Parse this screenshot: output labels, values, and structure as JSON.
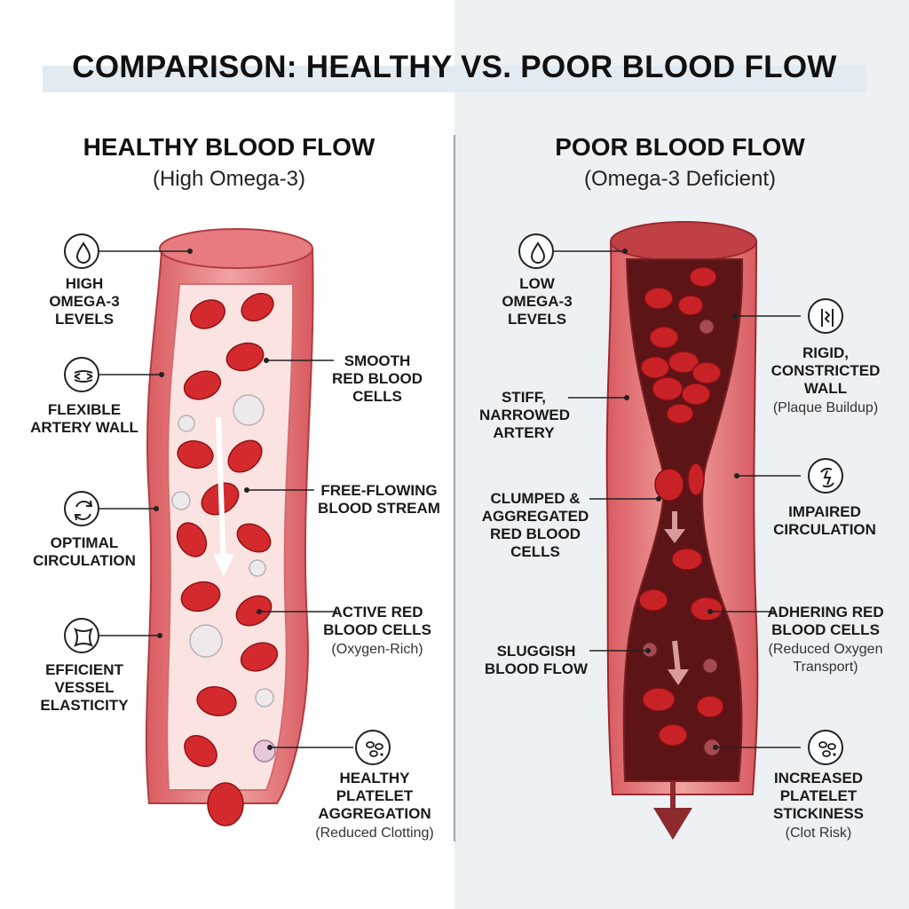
{
  "title": "COMPARISON: HEALTHY VS. POOR BLOOD FLOW",
  "healthy": {
    "heading": "HEALTHY BLOOD FLOW",
    "subheading": "(High Omega-3)",
    "labels": {
      "omega": "HIGH OMEGA-3 LEVELS",
      "flexible_wall": "FLEXIBLE ARTERY WALL",
      "circulation": "OPTIMAL CIRCULATION",
      "elasticity": "EFFICIENT VESSEL ELASTICITY",
      "smooth_cells": "SMOOTH RED BLOOD CELLS",
      "free_flowing": "FREE-FLOWING BLOOD STREAM",
      "active_cells": "ACTIVE RED BLOOD CELLS",
      "active_cells_note": "(Oxygen-Rich)",
      "platelet": "HEALTHY PLATELET AGGREGATION",
      "platelet_note": "(Reduced Clotting)"
    }
  },
  "poor": {
    "heading": "POOR BLOOD FLOW",
    "subheading": "(Omega-3 Deficient)",
    "labels": {
      "omega": "LOW OMEGA-3 LEVELS",
      "stiff": "STIFF, NARROWED ARTERY",
      "clumped": "CLUMPED & AGGREGATED RED BLOOD CELLS",
      "sluggish": "SLUGGISH BLOOD FLOW",
      "rigid": "RIGID, CONSTRICTED WALL",
      "rigid_note": "(Plaque Buildup)",
      "impaired": "IMPAIRED CIRCULATION",
      "adhering": "ADHERING RED BLOOD CELLS",
      "adhering_note": "(Reduced Oxygen Transport)",
      "sticky": "INCREASED PLATELET STICKINESS",
      "sticky_note": "(Clot Risk)"
    }
  },
  "icons": {
    "healthy": [
      "droplet-icon",
      "flex-arrows-icon",
      "circulation-icon",
      "elastic-square-icon",
      "platelet-icon"
    ],
    "poor": [
      "droplet-icon",
      "rigid-wall-icon",
      "impaired-circulation-icon",
      "platelet-icon"
    ]
  },
  "colors": {
    "artery_outer": "#e8898c",
    "artery_inner": "#f7b9b7",
    "healthy_lumen": "#fbe3e1",
    "poor_lumen": "#5c1416",
    "red_cell": "#d42a2e",
    "platelet": "#e8e3e6",
    "right_background": "#eef1f4"
  }
}
